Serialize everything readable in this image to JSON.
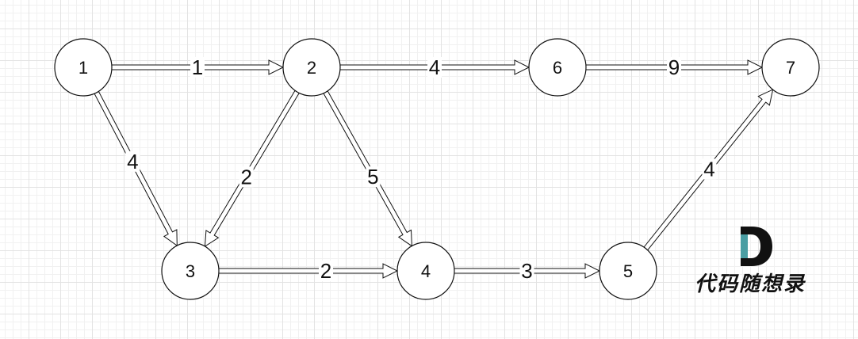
{
  "nodes": [
    {
      "id": "n1",
      "label": "1"
    },
    {
      "id": "n2",
      "label": "2"
    },
    {
      "id": "n6",
      "label": "6"
    },
    {
      "id": "n7",
      "label": "7"
    },
    {
      "id": "n3",
      "label": "3"
    },
    {
      "id": "n4",
      "label": "4"
    },
    {
      "id": "n5",
      "label": "5"
    }
  ],
  "edges": [
    {
      "from": "n1",
      "to": "n2",
      "weight": "1"
    },
    {
      "from": "n2",
      "to": "n6",
      "weight": "4"
    },
    {
      "from": "n6",
      "to": "n7",
      "weight": "9"
    },
    {
      "from": "n1",
      "to": "n3",
      "weight": "4"
    },
    {
      "from": "n2",
      "to": "n3",
      "weight": "2"
    },
    {
      "from": "n2",
      "to": "n4",
      "weight": "5"
    },
    {
      "from": "n3",
      "to": "n4",
      "weight": "2"
    },
    {
      "from": "n4",
      "to": "n5",
      "weight": "3"
    },
    {
      "from": "n5",
      "to": "n7",
      "weight": "4"
    }
  ],
  "logo": {
    "text": "代码随想录",
    "colors": {
      "dark": "#111111",
      "teal": "#4a9ea3"
    }
  }
}
